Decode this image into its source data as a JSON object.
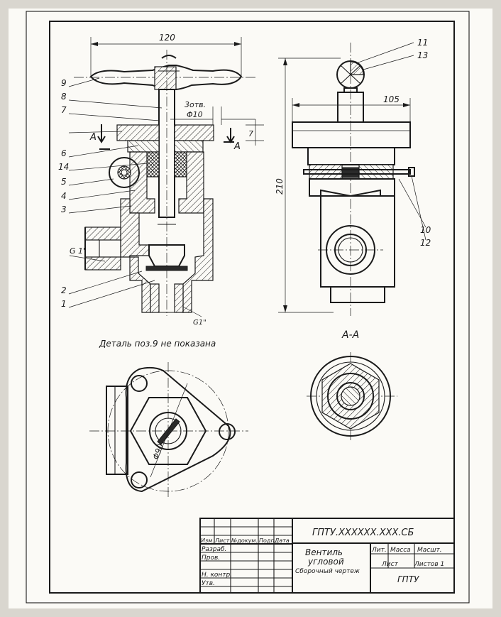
{
  "dimensions": {
    "width_120": "120",
    "holes": "3отв.",
    "hole_dia": "Φ10",
    "dim_7": "7",
    "width_105": "105",
    "height_210": "210",
    "circle_90": "Φ90"
  },
  "section_labels": {
    "a_left": "А",
    "a_right": "А",
    "section_title": "А-А"
  },
  "threads": {
    "inlet": "G 1\"",
    "outlet": "G1\""
  },
  "positions": [
    "1",
    "2",
    "3",
    "4",
    "5",
    "6",
    "7",
    "8",
    "9",
    "10",
    "11",
    "12",
    "13",
    "14"
  ],
  "note": "Деталь поз.9 не показана",
  "title_block": {
    "designation": "ГПТУ.XXXXXX.XXX.СБ",
    "col_headers": [
      "Изм.",
      "Лист",
      "№докум.",
      "Подп.",
      "Дата"
    ],
    "row_labels": [
      "Разраб.",
      "Пров.",
      "",
      "Н. контр.",
      "Утв."
    ],
    "name_line1": "Вентиль",
    "name_line2": "угловой",
    "doc_type": "Сборочный чертеж",
    "lit": "Лит.",
    "mass": "Масса",
    "scale": "Масшт.",
    "sheet": "Лист",
    "sheets": "Листов 1",
    "org": "ГПТУ"
  }
}
